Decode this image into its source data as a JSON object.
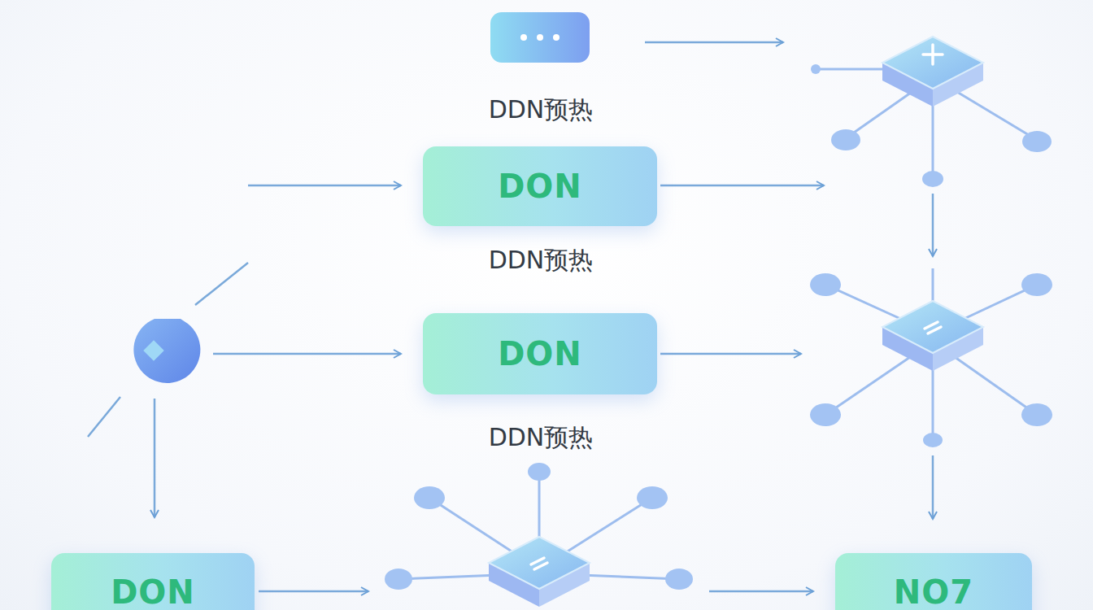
{
  "diagram": {
    "nodes": [
      {
        "text": [
          "DON"
        ]
      },
      {
        "text": [
          "DON"
        ]
      },
      {
        "text": [
          "DON"
        ]
      },
      {
        "text": [
          "NO7"
        ]
      }
    ],
    "labels": [
      "DDN预热",
      "DDN预热",
      "DDN预热"
    ]
  }
}
